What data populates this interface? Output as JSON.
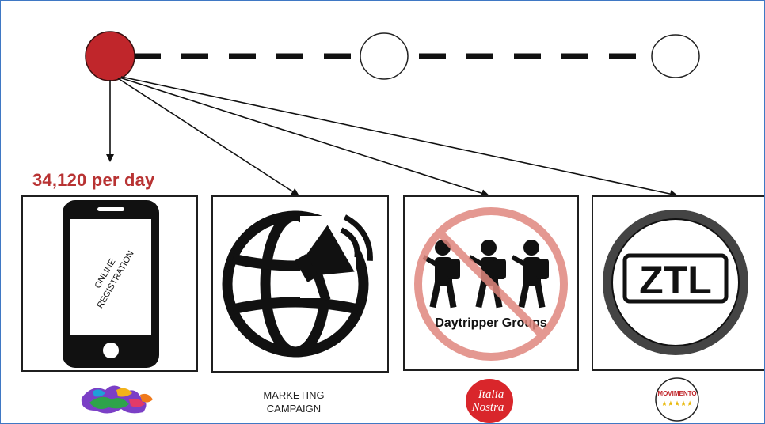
{
  "timeline": {
    "active_color": "#c0262b",
    "inactive_color": "#ffffff"
  },
  "stat": {
    "count_text": "34,120 per day",
    "color": "#b83333"
  },
  "panels": [
    {
      "key": "phone",
      "icon": "smartphone-icon",
      "screen_text_1": "ONLINE",
      "screen_text_2": "REGISTRATION"
    },
    {
      "key": "globe",
      "icon": "globe-megaphone-icon"
    },
    {
      "key": "daytripper",
      "icon": "no-group-hikers-icon",
      "label": "Daytripper Groups",
      "prohibition_color": "#e0877e"
    },
    {
      "key": "ztl",
      "icon": "ztl-sign-icon",
      "label": "ZTL"
    }
  ],
  "captions": {
    "marketing_line1": "MARKETING",
    "marketing_line2": "CAMPAIGN"
  },
  "logos": {
    "italia_nostra_line1": "Italia",
    "italia_nostra_line2": "Nostra",
    "italia_nostra_color": "#d9262b",
    "movimento_text": "MOVIMENTO",
    "movimento_stars": "★★★★★"
  }
}
